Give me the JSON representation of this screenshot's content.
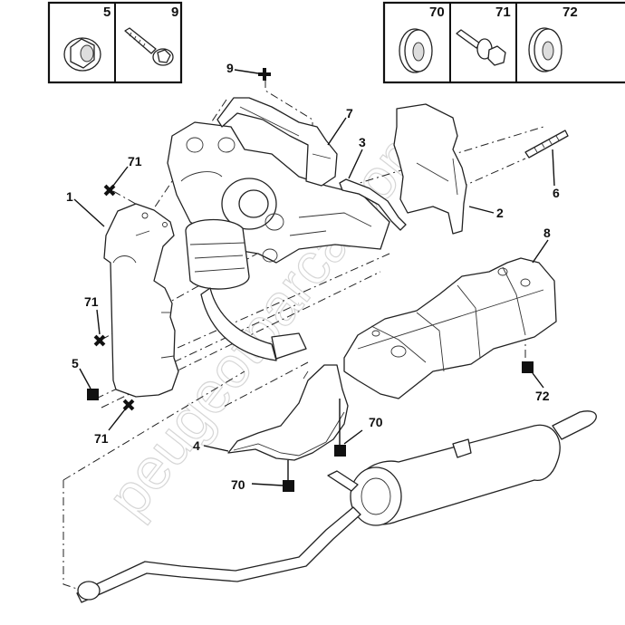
{
  "diagram": {
    "title": "Exhaust system heat shields (parts catalogue exploded view)",
    "watermark": "peugeotparca.com",
    "fastener_boxes": [
      {
        "number": "5",
        "part": "flange-nut"
      },
      {
        "number": "9",
        "part": "screw"
      },
      {
        "number": "70",
        "part": "grommet-washer"
      },
      {
        "number": "71",
        "part": "bolt-with-washer"
      },
      {
        "number": "72",
        "part": "grommet-washer"
      }
    ],
    "callouts": {
      "c1": "1",
      "c2": "2",
      "c3": "3",
      "c4": "4",
      "c6": "6",
      "c7": "7",
      "c8": "8",
      "c9": "9",
      "c5": "5",
      "c71a": "71",
      "c71b": "71",
      "c71c": "71",
      "c70a": "70",
      "c70b": "70",
      "c72": "72"
    },
    "legend_markers": {
      "cross": "marker for fastener 9 / 71",
      "square": "marker for fastener 5 / 70 / 72"
    }
  }
}
